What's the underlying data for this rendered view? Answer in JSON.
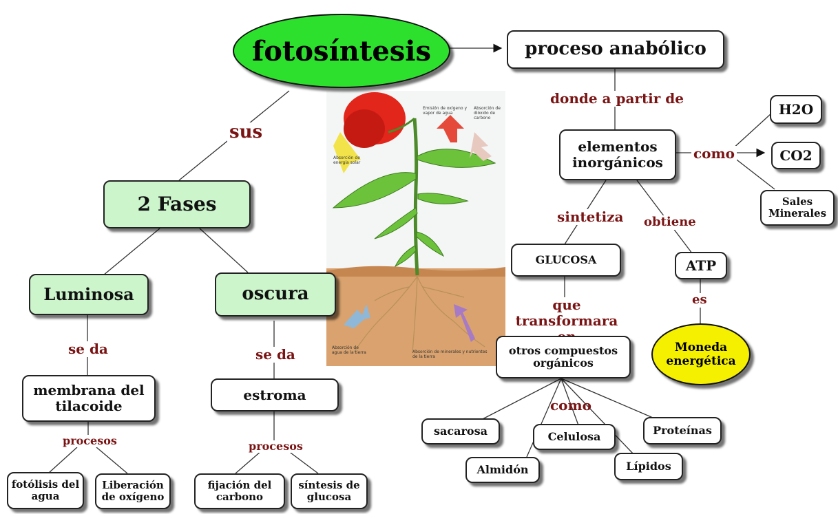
{
  "title": "fotosíntesis",
  "illustration": {
    "captions": {
      "oxygen": "Emisión de oxígeno y vapor de agua",
      "co2": "Absorción de dióxido de carbono",
      "solar": "Absorción de energía solar",
      "water": "Absorción de agua de la tierra",
      "minerals": "Absorción de minerales y nutrientes de la tierra"
    }
  },
  "left": {
    "link_sus": "sus",
    "fases": "2 Fases",
    "luminosa": "Luminosa",
    "oscura": "oscura",
    "se_da_1": "se da",
    "se_da_2": "se da",
    "membrana": "membrana del tilacoide",
    "estroma": "estroma",
    "procesos_1": "procesos",
    "procesos_2": "procesos",
    "fotolisis": "fotólisis del agua",
    "liberacion": "Liberación de oxígeno",
    "fijacion": "fijación del carbono",
    "sintesis": "síntesis de glucosa"
  },
  "right": {
    "anabolico": "proceso anabólico",
    "donde": "donde a partir de",
    "elementos": "elementos inorgánicos",
    "como_1": "como",
    "h2o": "H2O",
    "co2": "CO2",
    "sales": "Sales Minerales",
    "sintetiza": "sintetiza",
    "obtiene": "obtiene",
    "glucosa": "GLUCOSA",
    "atp": "ATP",
    "que": "que transformara en",
    "es": "es",
    "moneda": "Moneda energética",
    "otros": "otros compuestos orgánicos",
    "como_2": "como",
    "sacarosa": "sacarosa",
    "celulosa": "Celulosa",
    "proteinas": "Proteínas",
    "almidon": "Almidón",
    "lipidos": "Lípidos"
  },
  "colors": {
    "title_fill": "#2ee02e",
    "phase_fill": "#ccf5cc",
    "link_text": "#7a1414",
    "moneda_fill": "#f5ef00"
  }
}
